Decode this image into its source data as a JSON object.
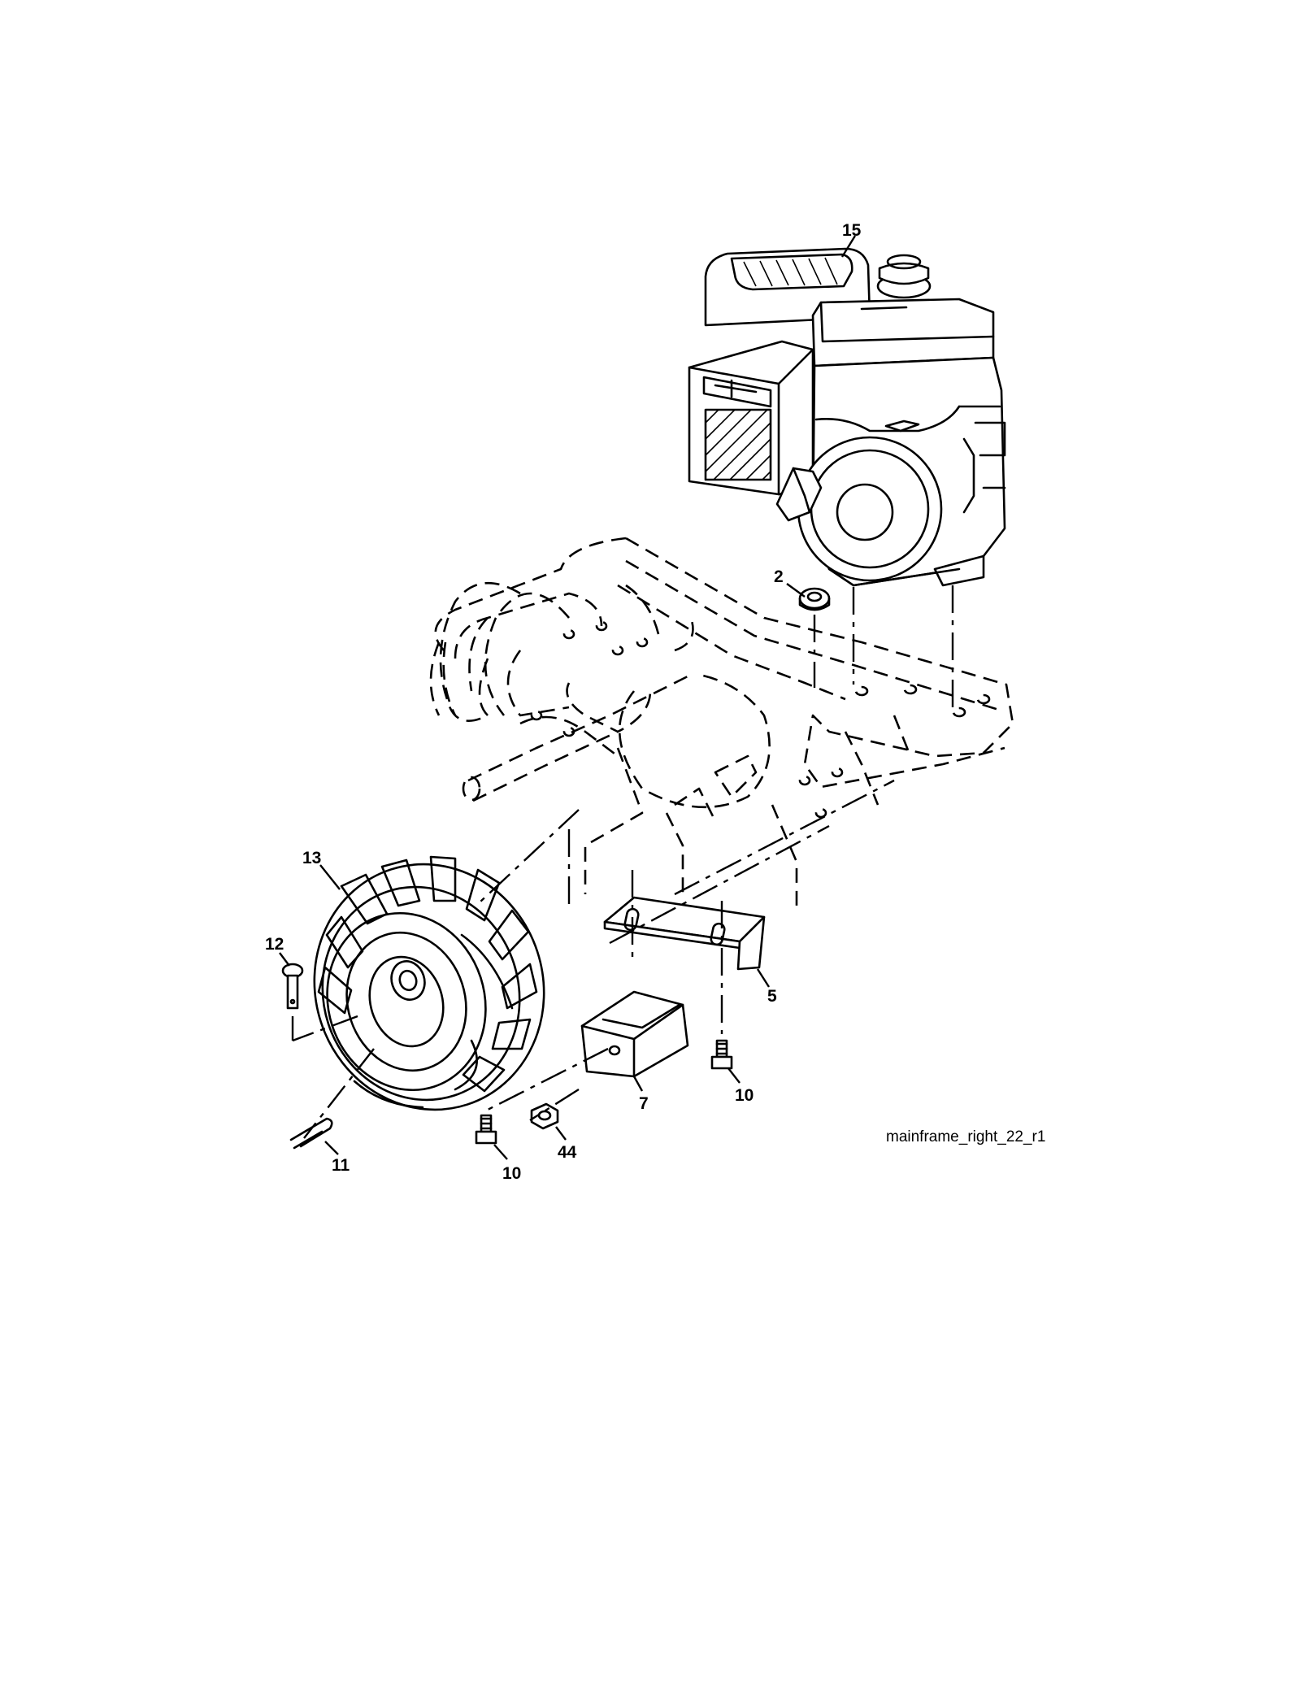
{
  "figure_id": "mainframe_right_22_r1",
  "callouts": {
    "c15": "15",
    "c2": "2",
    "c13": "13",
    "c12": "12",
    "c5": "5",
    "c7": "7",
    "c10a": "10",
    "c10b": "10",
    "c44": "44",
    "c11": "11"
  }
}
